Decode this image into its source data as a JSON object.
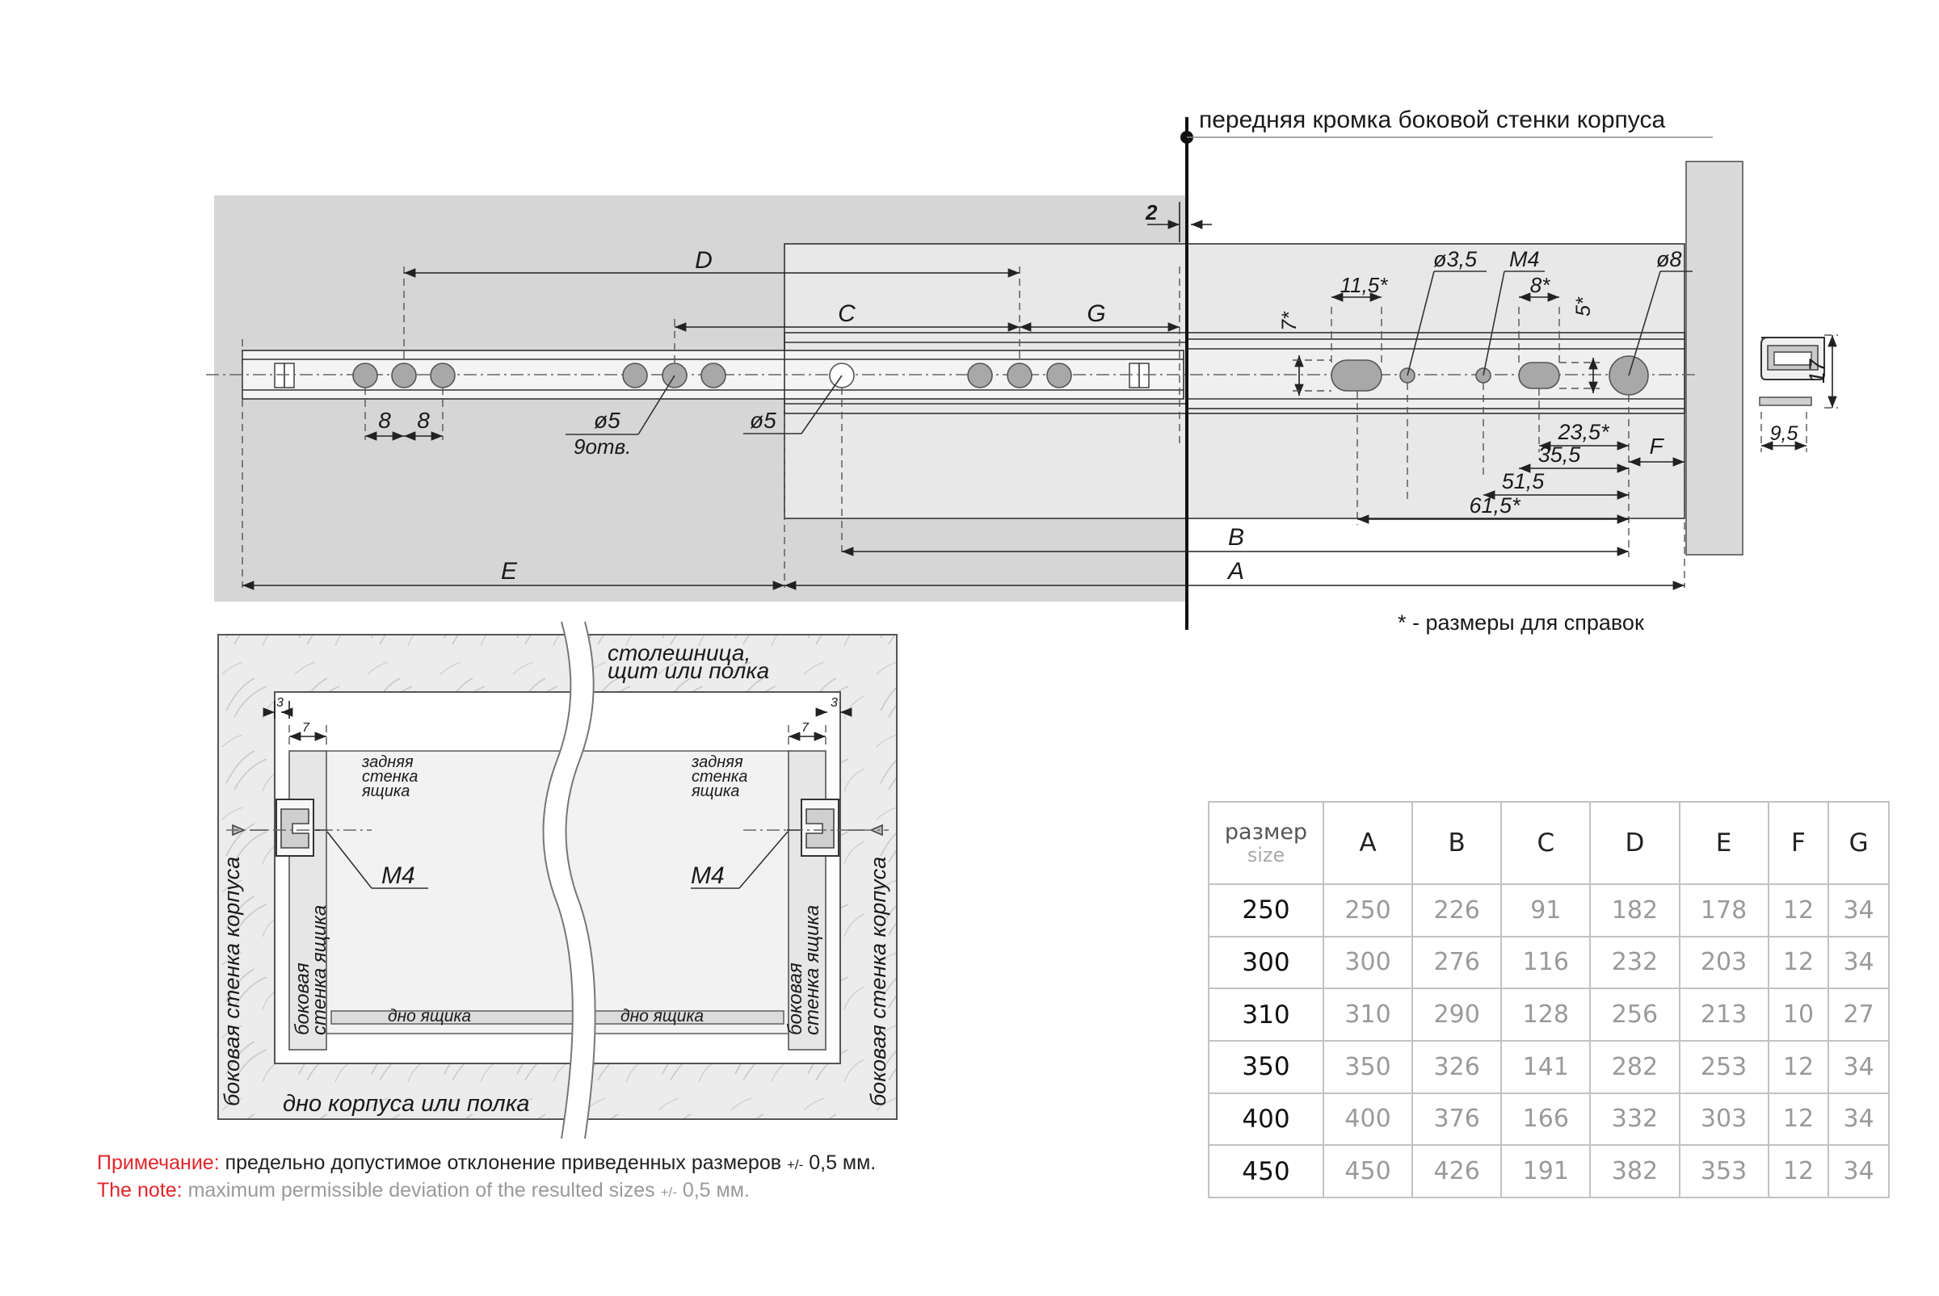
{
  "top_view": {
    "front_edge_label": "передняя кромка боковой стенки корпуса",
    "front_offset": "2",
    "dims": {
      "D": "D",
      "C": "C",
      "G": "G",
      "B": "B",
      "E": "E",
      "A": "A",
      "F": "F"
    },
    "hole_labels": {
      "d35": "ø3,5",
      "m4": "M4",
      "d8": "ø8",
      "w115": "11,5*",
      "w8s": "8*",
      "h7": "7*",
      "h5": "5*",
      "p8a": "8",
      "p8b": "8",
      "d5a": "ø5",
      "holes9": "9отв.",
      "d5b": "ø5"
    },
    "right_dims": {
      "r235": "23,5*",
      "r355": "35,5",
      "r515": "51,5",
      "r615": "61,5*"
    },
    "profile": {
      "h": "17",
      "w": "9,5"
    },
    "ref_note": "* - размеры для справок"
  },
  "section": {
    "top_label_1": "столешница,",
    "top_label_2": "щит или полка",
    "bottom_label": "дно корпуса или полка",
    "side_left": "боковая стенка корпуса",
    "side_right": "боковая стенка корпуса",
    "drawer_side_l1": "боковая",
    "drawer_side_l2": "стенка ящика",
    "back_l1": "задняя",
    "back_l2": "стенка",
    "back_l3": "ящика",
    "m4_left": "M4",
    "m4_right": "M4",
    "floor_left": "дно ящика",
    "floor_right": "дно ящика",
    "gap3": "3",
    "gap7": "7"
  },
  "notes": {
    "ru_label": "Примечание:",
    "ru_text": "предельно допустимое отклонение приведенных размеров",
    "ru_tol": "+/-",
    "ru_val": "0,5 мм.",
    "en_label": "The note:",
    "en_text": "maximum permissible deviation of the resulted sizes",
    "en_tol": "+/-",
    "en_val": "0,5 мм."
  },
  "table": {
    "corner_ru": "размер",
    "corner_en": "size",
    "columns": [
      "A",
      "B",
      "C",
      "D",
      "E",
      "F",
      "G"
    ],
    "rows": [
      {
        "size": "250",
        "v": [
          "250",
          "226",
          "91",
          "182",
          "178",
          "12",
          "34"
        ]
      },
      {
        "size": "300",
        "v": [
          "300",
          "276",
          "116",
          "232",
          "203",
          "12",
          "34"
        ]
      },
      {
        "size": "310",
        "v": [
          "310",
          "290",
          "128",
          "256",
          "213",
          "10",
          "27"
        ]
      },
      {
        "size": "350",
        "v": [
          "350",
          "326",
          "141",
          "282",
          "253",
          "12",
          "34"
        ]
      },
      {
        "size": "400",
        "v": [
          "400",
          "376",
          "166",
          "332",
          "303",
          "12",
          "34"
        ]
      },
      {
        "size": "450",
        "v": [
          "450",
          "426",
          "191",
          "382",
          "353",
          "12",
          "34"
        ]
      }
    ]
  }
}
